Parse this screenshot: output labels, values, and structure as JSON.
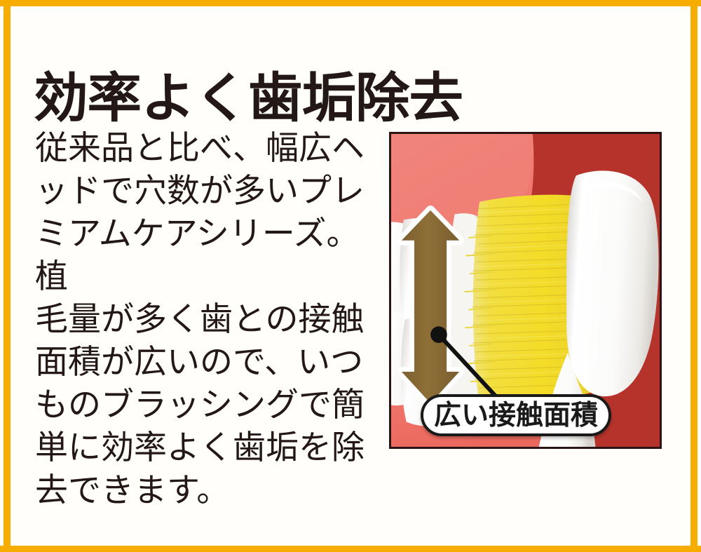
{
  "frame": {
    "accent_color": "#f7ad00",
    "background_color": "#fffefb"
  },
  "headline": {
    "text": "効率よく歯垢除去",
    "color": "#231815"
  },
  "body": {
    "text": "従来品と比べ、幅広ヘッドで穴数が多いプレミアムケアシリーズ。植毛量が多く歯との接触面積が広いので、いつものブラッシングで簡単に効率よく歯垢を除去できます。",
    "lines": [
      "従来品と比べ、幅広ヘ",
      "ッドで穴数が多いプレ",
      "ミアムケアシリーズ。植",
      "毛量が多く歯との接触",
      "面積が広いので、いつ",
      "ものブラッシングで簡",
      "単に効率よく歯垢を除",
      "去できます。"
    ],
    "color": "#231815"
  },
  "illustration": {
    "alt": "toothbrush-bristles-against-teeth",
    "background_color": "#b5332b",
    "gum_color": "#f0756b",
    "tooth_color": "#f7f7f5",
    "bristle_color": "#f2dd3c",
    "brush_head_color": "#ffffff",
    "arrow_color": "#8a6b35",
    "arrow_outline_color": "#ffffff",
    "border_color": "#2b1413",
    "callout": {
      "label": "広い接触面積",
      "text_color": "#1a1a1a",
      "fill_color": "#ffffff",
      "border_color": "#1a1a1a"
    }
  }
}
